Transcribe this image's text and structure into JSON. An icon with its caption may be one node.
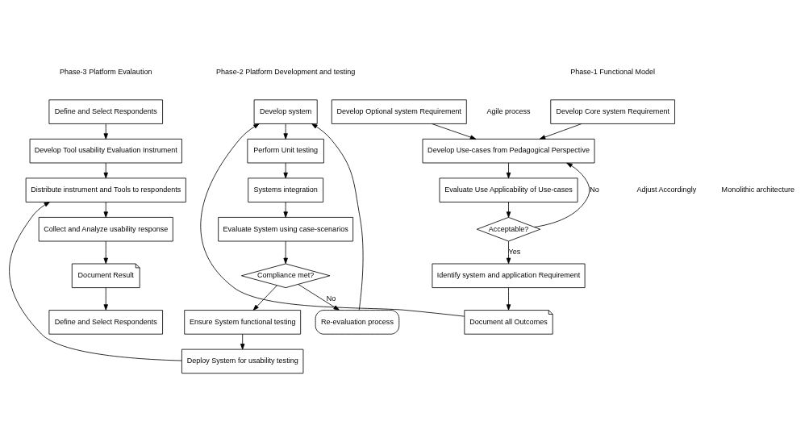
{
  "diagram": {
    "nodes": [
      {
        "text": [
          "Develop Core system Requirement"
        ]
      },
      {
        "text": [
          "Develop Optional system Requirement"
        ]
      },
      {
        "text": [
          "Develop Use-cases from Pedagogical Perspective"
        ]
      },
      {
        "text": [
          "Evaluate Use Applicability of Use-cases"
        ]
      },
      {
        "text": [
          "Acceptable?"
        ]
      },
      {
        "text": [
          "Identify system and application Requirement"
        ]
      },
      {
        "text": [
          "Document all Outcomes"
        ]
      },
      {
        "text": [
          "Develop system"
        ]
      },
      {
        "text": [
          "Perform Unit testing"
        ]
      },
      {
        "text": [
          "Systems integration"
        ]
      },
      {
        "text": [
          "Evaluate System using case-scenarios"
        ]
      },
      {
        "text": [
          "Compliance met?"
        ]
      },
      {
        "text": [
          "Ensure System functional testing"
        ]
      },
      {
        "text": [
          "Deploy System for usability testing"
        ]
      },
      {
        "text": [
          "Re-evaluation process"
        ]
      },
      {
        "text": [
          "Define and Select Respondents"
        ]
      },
      {
        "text": [
          "Develop Tool usability Evaluation Instrument"
        ]
      },
      {
        "text": [
          "Distribute instrument and Tools to respondents"
        ]
      },
      {
        "text": [
          "Collect and Analyze usability response"
        ]
      },
      {
        "text": [
          "Document Result"
        ]
      },
      {
        "text": [
          "Define and Select Respondents"
        ]
      }
    ],
    "edges": [
      {
        "from": 0,
        "to": 2,
        "arrow": "to"
      },
      {
        "from": 1,
        "to": 2,
        "arrow": "to"
      },
      {
        "from": 2,
        "to": 3,
        "arrow": "to"
      },
      {
        "from": 3,
        "to": 4,
        "arrow": "to"
      },
      {
        "from": 4,
        "to": 2,
        "arrow": "to",
        "label": "No"
      },
      {
        "from": 4,
        "to": 5,
        "arrow": "to",
        "label": "Yes"
      },
      {
        "from": 5,
        "to": 6,
        "arrow": "to"
      },
      {
        "from": 6,
        "to": 7,
        "arrow": "to"
      },
      {
        "from": 7,
        "to": 8,
        "arrow": "to"
      },
      {
        "from": 8,
        "to": 9,
        "arrow": "to"
      },
      {
        "from": 9,
        "to": 10,
        "arrow": "to"
      },
      {
        "from": 10,
        "to": 11,
        "arrow": "to"
      },
      {
        "from": 11,
        "to": 14,
        "arrow": "to",
        "label": "No"
      },
      {
        "from": 14,
        "to": 7,
        "arrow": "to"
      },
      {
        "from": 11,
        "to": 12,
        "arrow": "to"
      },
      {
        "from": 12,
        "to": 13,
        "arrow": "to"
      },
      {
        "from": 13,
        "to": 17,
        "arrow": "to"
      },
      {
        "from": 15,
        "to": 16,
        "arrow": "to"
      },
      {
        "from": 16,
        "to": 17,
        "arrow": "to"
      },
      {
        "from": 17,
        "to": 18,
        "arrow": "to"
      },
      {
        "from": 18,
        "to": 19,
        "arrow": "to"
      },
      {
        "from": 19,
        "to": 20,
        "arrow": "to"
      }
    ],
    "labels": [
      "Phase-1 Functional Model",
      "Phase-2 Platform Development and testing",
      "Phase-3 Platform Evalaution",
      "Agile process",
      "Adjust Accordingly",
      "Monolithic architecture"
    ]
  }
}
